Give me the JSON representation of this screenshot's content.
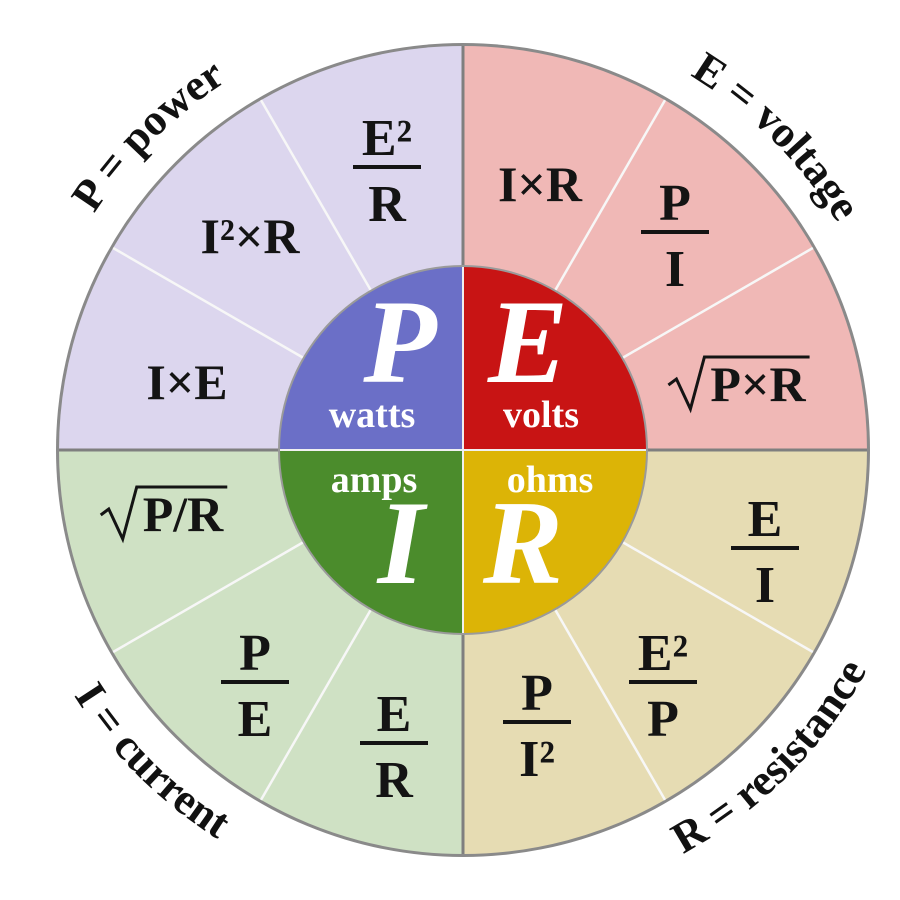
{
  "colors": {
    "power_outer": "#dcd6ee",
    "voltage_outer": "#f0b8b6",
    "current_outer": "#cfe1c4",
    "resistance_outer": "#e6dcb3",
    "power_inner": "#6b6fc7",
    "voltage_inner": "#c81414",
    "current_inner": "#4b8c2c",
    "resistance_inner": "#dcb406",
    "rim": "#8a8a8a"
  },
  "labels": {
    "power": "P = power",
    "voltage": "E = voltage",
    "current": "I = current",
    "resistance": "R = resistance"
  },
  "center": {
    "power": {
      "letter": "P",
      "unit": "watts"
    },
    "voltage": {
      "letter": "E",
      "unit": "volts"
    },
    "current": {
      "letter": "I",
      "unit": "amps"
    },
    "resistance": {
      "letter": "R",
      "unit": "ohms"
    }
  },
  "formulas": {
    "voltage": [
      {
        "kind": "inline",
        "text": "I×R",
        "icon": ""
      },
      {
        "kind": "frac",
        "num": "P",
        "den": "I"
      },
      {
        "kind": "inline",
        "text": "P×R",
        "icon": "sqrt-icon"
      }
    ],
    "resistance": [
      {
        "kind": "frac",
        "num": "E",
        "den": "I"
      },
      {
        "kind": "frac",
        "num": "E²",
        "den": "P"
      },
      {
        "kind": "frac",
        "num": "P",
        "den": "I²"
      }
    ],
    "current": [
      {
        "kind": "frac",
        "num": "E",
        "den": "R"
      },
      {
        "kind": "frac",
        "num": "P",
        "den": "E"
      },
      {
        "kind": "inline",
        "text": "P/R",
        "icon": "sqrt-icon"
      }
    ],
    "power": [
      {
        "kind": "inline",
        "text": "I×E",
        "icon": ""
      },
      {
        "kind": "inline",
        "text": "I²×R",
        "icon": ""
      },
      {
        "kind": "frac",
        "num": "E²",
        "den": "R"
      }
    ]
  }
}
